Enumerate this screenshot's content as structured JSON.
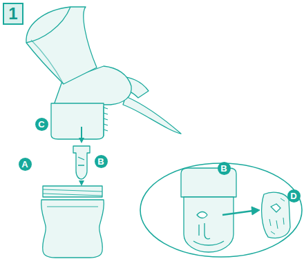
{
  "diagram": {
    "nodes": [
      {
        "text": [
          "1"
        ]
      }
    ],
    "labels": [
      "C",
      "B",
      "A",
      "B",
      "D"
    ]
  }
}
